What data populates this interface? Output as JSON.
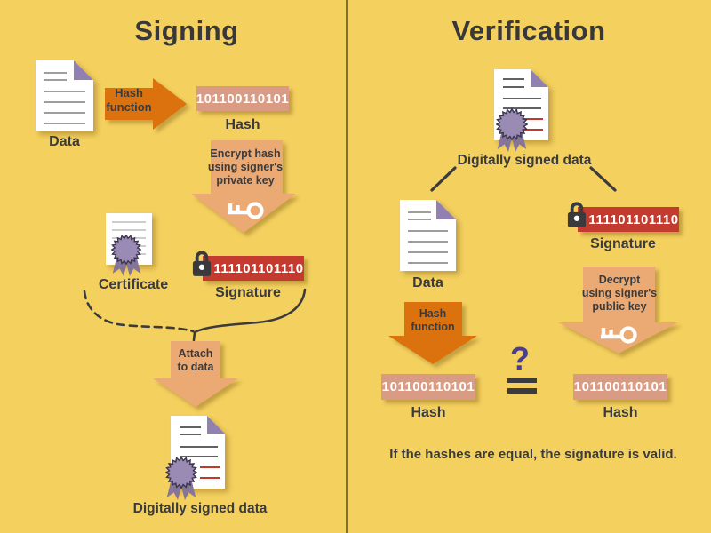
{
  "colors": {
    "background": "#F4D05F",
    "divider": "#7D6F3E",
    "ink": "#3B3B3D",
    "orange_arrow": "#DC720D",
    "tan_arrow": "#EBA974",
    "hash_box": "#D99B84",
    "signature_box": "#C23B2E",
    "purple_accent": "#9181B1",
    "question_mark": "#4A3F8F",
    "red_line": "#C0392B"
  },
  "icons": {
    "document": "page-with-folded-corner",
    "certificate": "page-with-rosette-seal",
    "seal": "starburst-rosette-with-ribbon",
    "lock": "padlock",
    "key": "skeleton-key",
    "block_arrow": "solid-block-arrow"
  },
  "signing": {
    "title": "Signing",
    "data_label": "Data",
    "hash_function_arrow_label": "Hash\nfunction",
    "hash_value": "101100110101",
    "hash_label": "Hash",
    "encrypt_arrow_label": "Encrypt hash\nusing signer's\nprivate key",
    "certificate_label": "Certificate",
    "signature_value": "111101101110",
    "signature_label": "Signature",
    "attach_arrow_label": "Attach\nto data",
    "signed_data_label": "Digitally signed data"
  },
  "verification": {
    "title": "Verification",
    "signed_data_label": "Digitally signed data",
    "data_label": "Data",
    "signature_value": "111101101110",
    "signature_label": "Signature",
    "hash_function_arrow_label": "Hash\nfunction",
    "decrypt_arrow_label": "Decrypt\nusing signer's\npublic key",
    "hash_left_value": "101100110101",
    "hash_left_label": "Hash",
    "hash_right_value": "101100110101",
    "hash_right_label": "Hash",
    "comparison_symbol": "?",
    "footer": "If the hashes are equal, the signature is valid."
  }
}
